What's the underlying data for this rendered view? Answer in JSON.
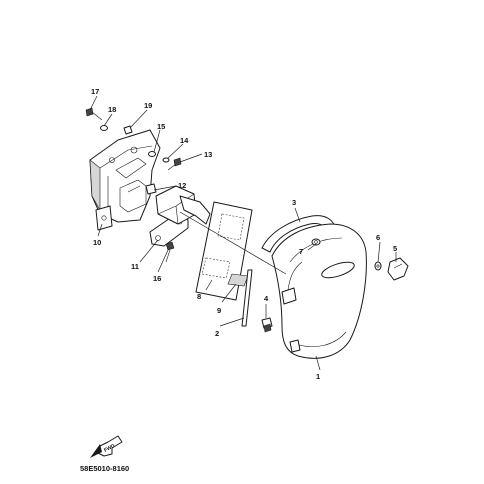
{
  "parts": [
    {
      "id": "p1",
      "label": "1"
    },
    {
      "id": "p2",
      "label": "2"
    },
    {
      "id": "p3",
      "label": "3"
    },
    {
      "id": "p4",
      "label": "4"
    },
    {
      "id": "p5",
      "label": "5"
    },
    {
      "id": "p6",
      "label": "6"
    },
    {
      "id": "p7",
      "label": "7"
    },
    {
      "id": "p8",
      "label": "8"
    },
    {
      "id": "p9",
      "label": "9"
    },
    {
      "id": "p10",
      "label": "10"
    },
    {
      "id": "p11",
      "label": "11"
    },
    {
      "id": "p12",
      "label": "12"
    },
    {
      "id": "p13",
      "label": "13"
    },
    {
      "id": "p14",
      "label": "14"
    },
    {
      "id": "p15",
      "label": "15"
    },
    {
      "id": "p16",
      "label": "16"
    },
    {
      "id": "p17",
      "label": "17"
    },
    {
      "id": "p18",
      "label": "18"
    },
    {
      "id": "p19",
      "label": "19"
    }
  ],
  "direction_marker": "FWD",
  "reference_code": "58E5010-8160"
}
